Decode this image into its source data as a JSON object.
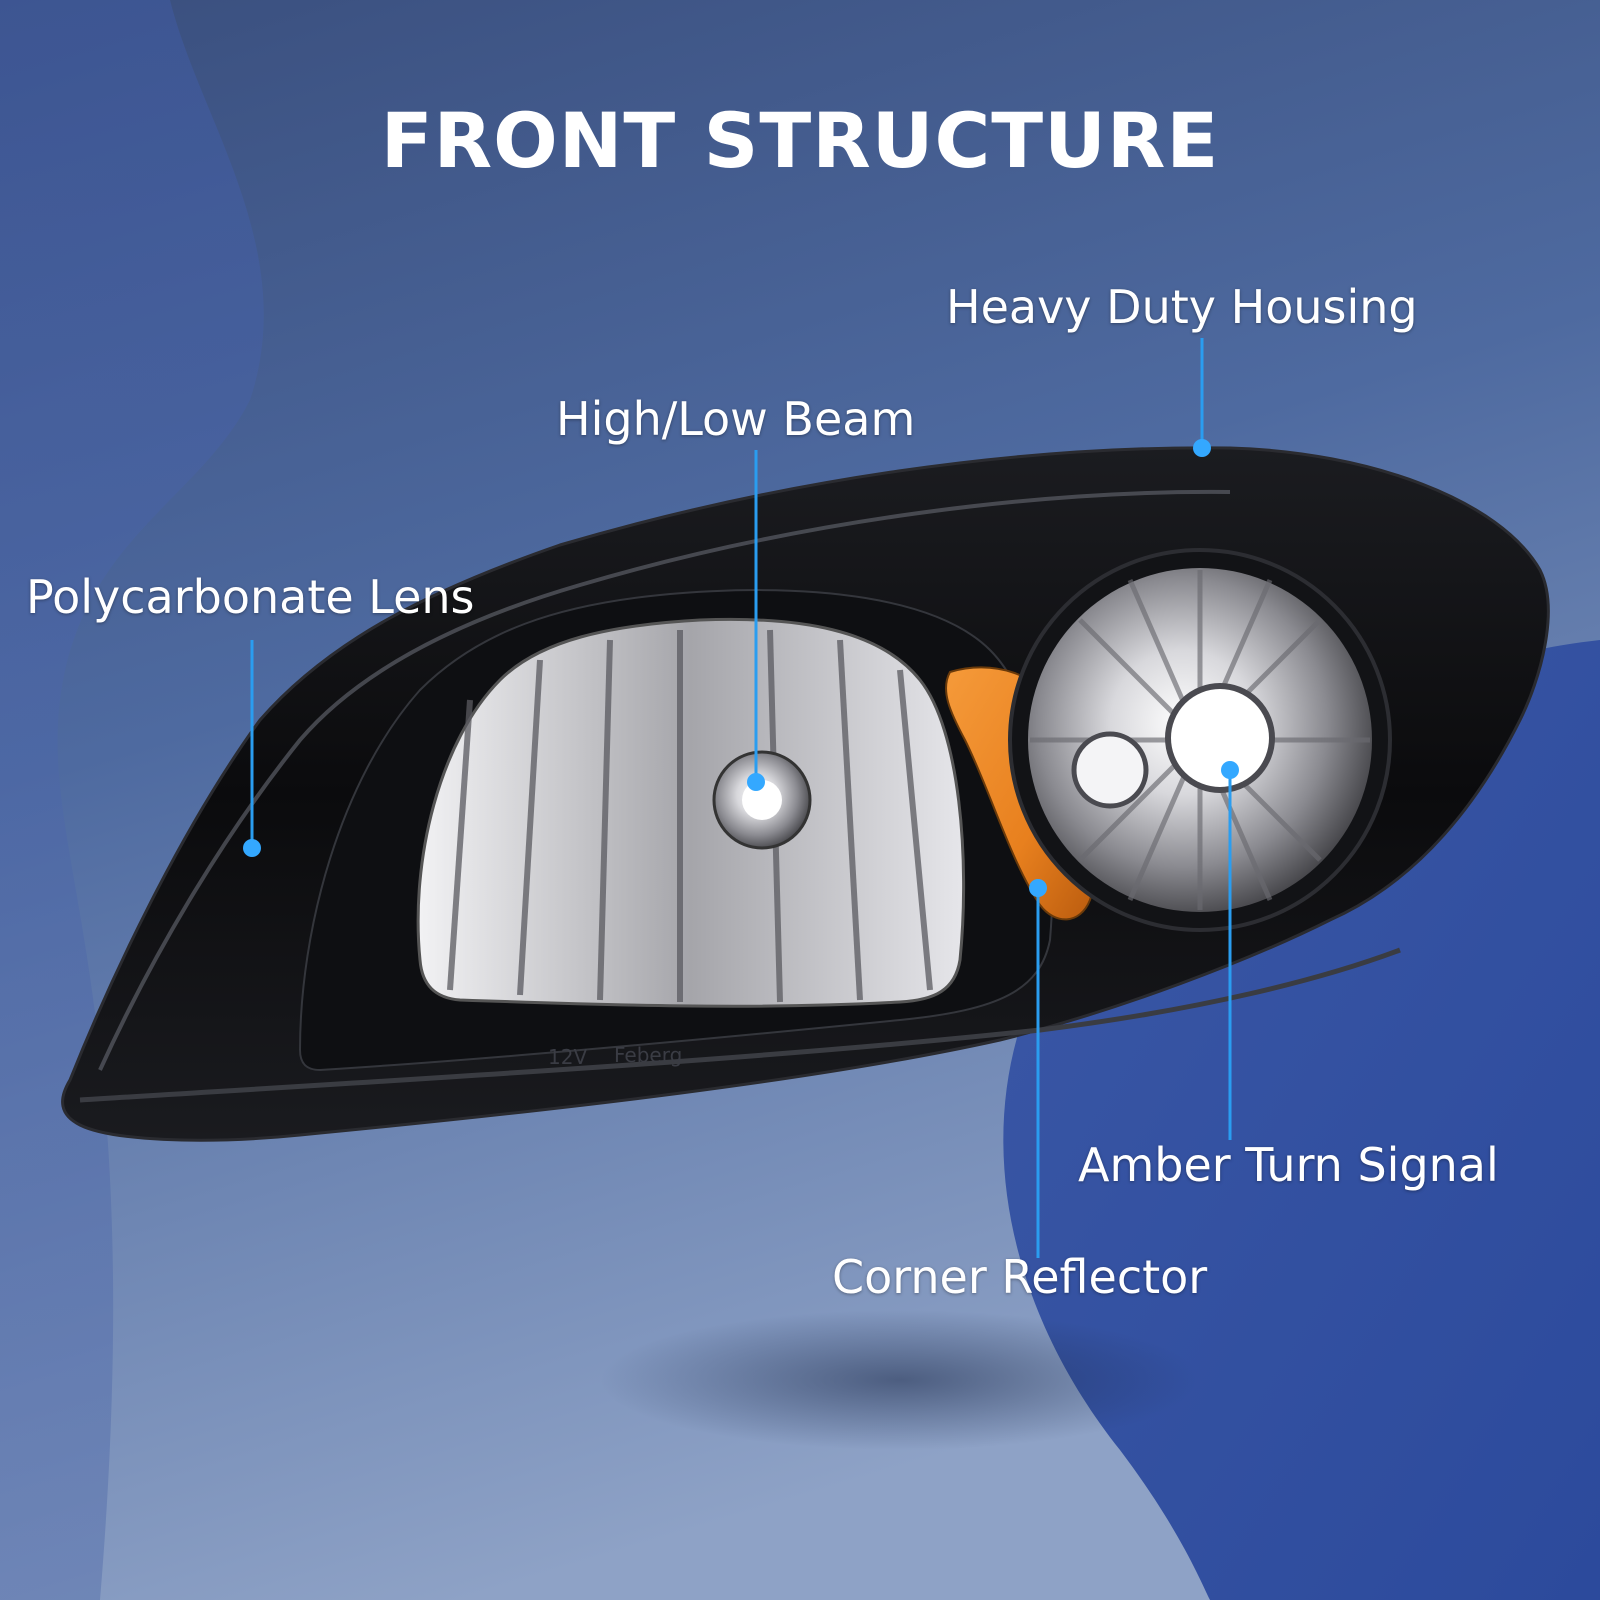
{
  "title": "FRONT STRUCTURE",
  "callouts": {
    "housing": "Heavy Duty Housing",
    "beam": "High/Low Beam",
    "lens": "Polycarbonate Lens",
    "turn_signal": "Amber Turn Signal",
    "reflector": "Corner Reflector"
  },
  "housing_markings": {
    "voltage": "12V",
    "brand": "Feberg"
  },
  "colors": {
    "background_dark": "#2f4a84",
    "background_light": "#9fb0cc",
    "callout_line": "#2a9df0",
    "callout_dot": "#34a8ff",
    "amber": "#e8801e",
    "housing": "#0b0b0d"
  }
}
